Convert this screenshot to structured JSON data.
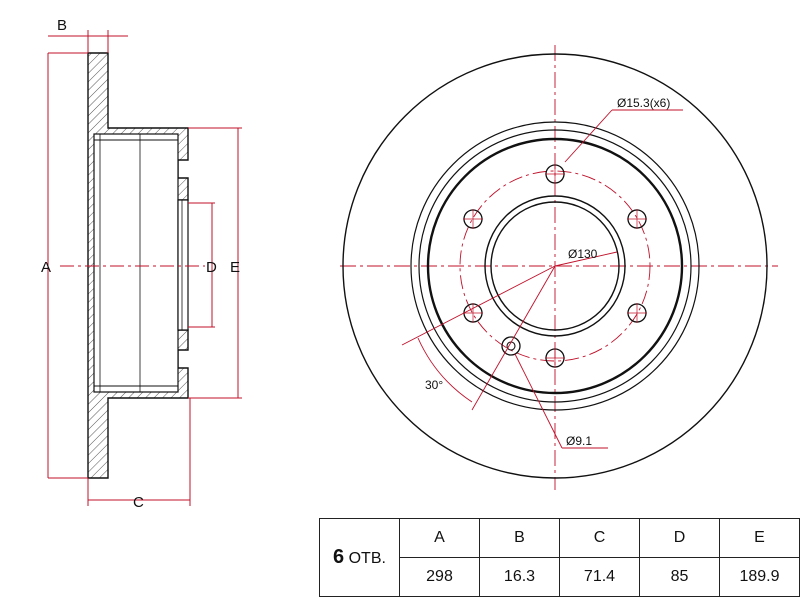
{
  "labels": {
    "A": "A",
    "B": "B",
    "C": "C",
    "D": "D",
    "E": "E",
    "bolt_hole": "Ø15.3(x6)",
    "pcd": "Ø130",
    "small_hole": "Ø9.1",
    "angle": "30°"
  },
  "table": {
    "hole_count": "6",
    "hole_unit": "ОТВ.",
    "headers": [
      "A",
      "B",
      "C",
      "D",
      "E"
    ],
    "values": [
      "298",
      "16.3",
      "71.4",
      "85",
      "189.9"
    ]
  },
  "colors": {
    "outline": "#111111",
    "dimension": "#c0102a",
    "hatch": "#444444"
  }
}
